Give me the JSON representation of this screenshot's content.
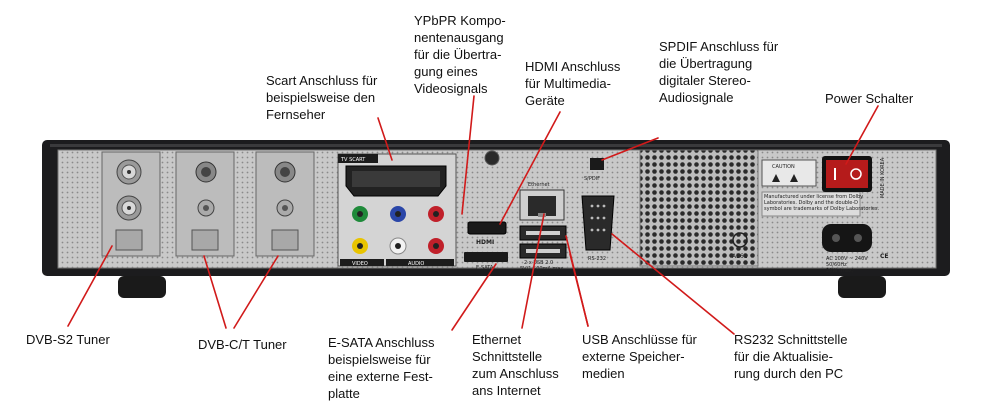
{
  "labels": {
    "scart": "Scart Anschluss für\nbeispielsweise den\nFernseher",
    "ypbpr": "YPbPR Kompo-\nnentenausgang\nfür die Übertra-\ngung eines\nVideosignals",
    "hdmi": "HDMI Anschluss\nfür Multimedia-\nGeräte",
    "spdif": "SPDIF Anschluss für\ndie Übertragung\ndigitaler Stereo-\nAudiosignale",
    "power": "Power Schalter",
    "dvbs2": "DVB-S2 Tuner",
    "dvbct": "DVB-C/T Tuner",
    "esata": "E-SATA Anschluss\nbeispielsweise für\neine externe Fest-\nplatte",
    "ethernet": "Ethernet\nSchnittstelle\nzum Anschluss\nans Internet",
    "usb": "USB Anschlüsse für\nexterne Speicher-\nmedien",
    "rs232": "RS232 Schnittstelle\nfür die Aktualisie-\nrung durch den PC"
  },
  "panel_text": {
    "tv_scart": "TV SCART",
    "hdmi": "HDMI",
    "video": "VIDEO",
    "audio": "AUDIO",
    "ethernet": "Ethernet",
    "usb": "2 x USB 2.0",
    "usb_power": "5V/1,500mA max",
    "esata": "E-SATA",
    "rs232": "RS-232",
    "spdif": "S/PDIF",
    "ae61": "AE61",
    "mains": "AC 100V ~ 240V\n50/60Hz\n20W (max)",
    "dolby": "Manufactured under license from Dolby\nLaboratories. Dolby and the double-D\nsymbol are trademarks of Dolby Laboratories.",
    "caution": "CAUTION",
    "made_in": "MADE IN KOREA"
  },
  "colors": {
    "callout_line": "#d11a1a",
    "device_body": "#1c1c1e",
    "panel": "#c8c8c8",
    "rca_green": "#1f8a3a",
    "rca_blue": "#2a46a8",
    "rca_red": "#c0202a",
    "rca_yellow": "#e8c400",
    "rca_white": "#f2f2f2"
  },
  "icons": [
    "scart-connector",
    "rca-jack",
    "f-connector",
    "hdmi-port",
    "ethernet-port",
    "usb-port",
    "rs232-port",
    "spdif-port",
    "power-switch",
    "power-socket",
    "fan-grille"
  ]
}
